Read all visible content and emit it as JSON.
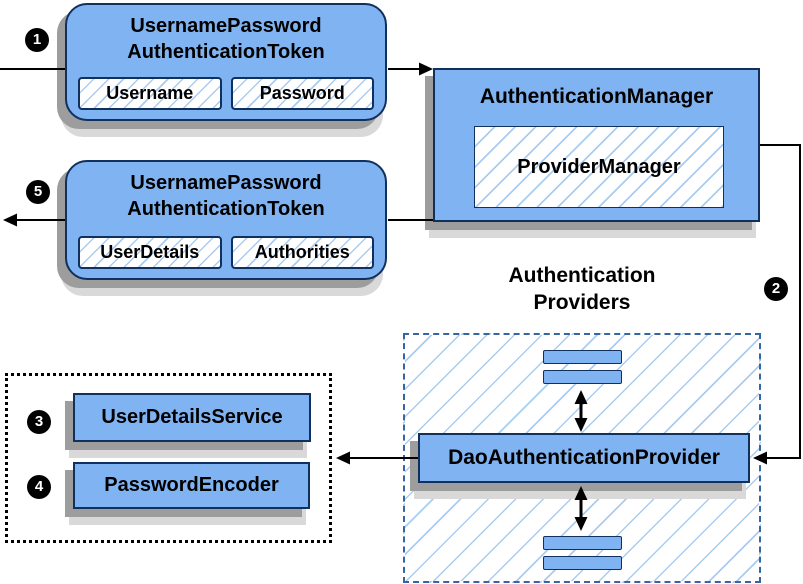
{
  "colors": {
    "box_fill": "#7FB3F2",
    "box_border": "#10305E",
    "hatch_line": "#A9CCF0",
    "shadow_dark": "#9D9D9D",
    "shadow_light": "#D9D9D9",
    "dashed_border": "#3465A4",
    "arrow": "#000000",
    "badge_bg": "#000000",
    "badge_text": "#FFFFFF"
  },
  "diagram": {
    "steps": [
      "1",
      "2",
      "3",
      "4",
      "5"
    ],
    "token_request": {
      "title_line1": "UsernamePassword",
      "title_line2": "AuthenticationToken",
      "fields": [
        "Username",
        "Password"
      ]
    },
    "auth_manager": {
      "title": "AuthenticationManager",
      "inner_box": "ProviderManager"
    },
    "token_response": {
      "title_line1": "UsernamePassword",
      "title_line2": "AuthenticationToken",
      "fields": [
        "UserDetails",
        "Authorities"
      ]
    },
    "providers": {
      "heading_line1": "Authentication",
      "heading_line2": "Providers",
      "dao_provider": "DaoAuthenticationProvider"
    },
    "beans": {
      "user_details_service": "UserDetailsService",
      "password_encoder": "PasswordEncoder"
    }
  }
}
